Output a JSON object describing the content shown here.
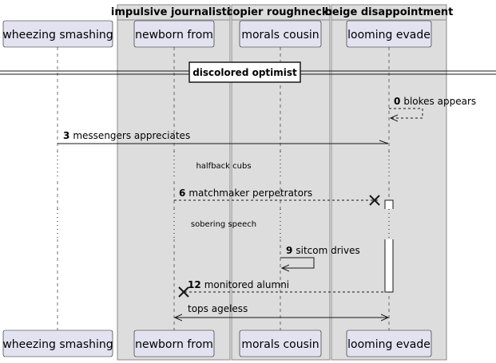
{
  "colors": {
    "box_fill": "#dddddd",
    "box_stroke": "#888888",
    "participant_fill": "#e2e2f0",
    "participant_stroke": "#181818",
    "lifeline": "#181818",
    "line": "#181818"
  },
  "boxes": [
    {
      "title": "impulsive journalistic"
    },
    {
      "title": "copier roughnecks"
    },
    {
      "title": "beige disappointment"
    }
  ],
  "participants": [
    {
      "name": "wheezing smashing"
    },
    {
      "name": "newborn from"
    },
    {
      "name": "morals cousin"
    },
    {
      "name": "looming evade"
    }
  ],
  "divider": {
    "label": "discolored optimist"
  },
  "messages": [
    {
      "num": "0",
      "text": "blokes appears",
      "from": "looming evade",
      "to": "looming evade",
      "style": "dashed",
      "kind": "self"
    },
    {
      "num": "3",
      "text": "messengers appreciates",
      "from": "wheezing smashing",
      "to": "looming evade",
      "style": "solid",
      "kind": "half-arrow"
    },
    {
      "num": "6",
      "text": "matchmaker perpetrators",
      "from": "newborn from",
      "to": "looming evade",
      "style": "dashed",
      "kind": "destroy"
    },
    {
      "num": "9",
      "text": "sitcom drives",
      "from": "morals cousin",
      "to": "morals cousin",
      "style": "solid",
      "kind": "self"
    },
    {
      "num": "12",
      "text": "monitored alumni",
      "from": "looming evade",
      "to": "newborn from",
      "style": "dashed",
      "kind": "destroy"
    },
    {
      "num": "",
      "text": "tops ageless",
      "from": "newborn from",
      "to": "looming evade",
      "style": "solid",
      "kind": "bidirectional"
    }
  ],
  "delays": [
    {
      "text": "halfback cubs"
    },
    {
      "text": "sobering speech"
    }
  ]
}
